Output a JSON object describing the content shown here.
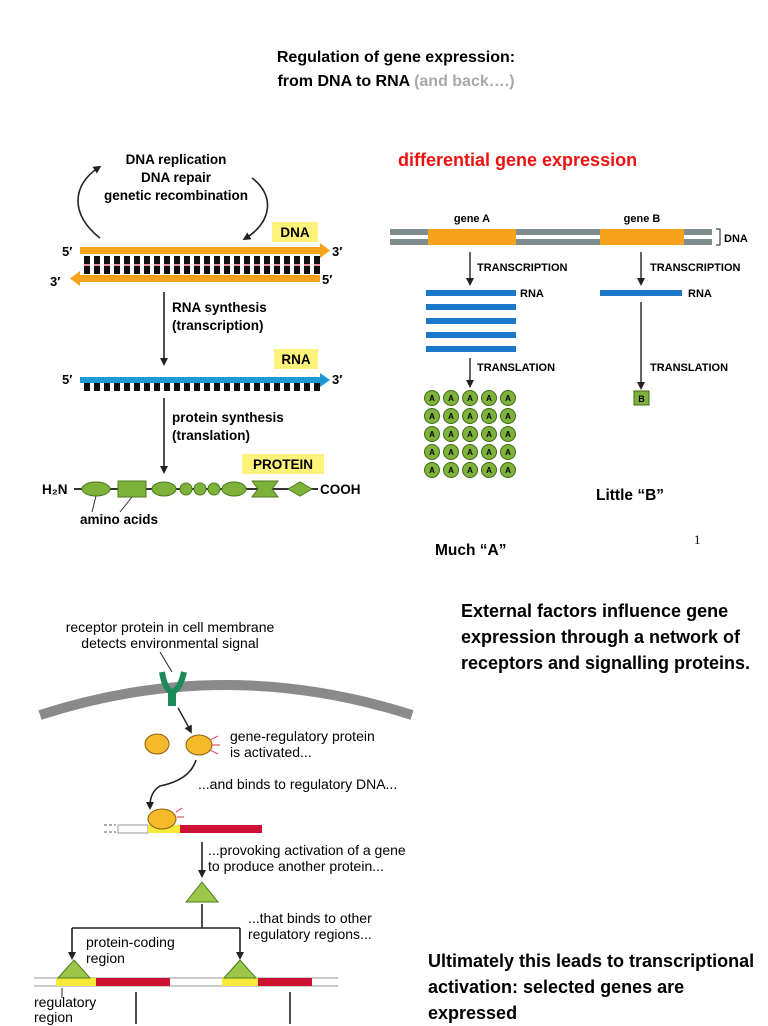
{
  "title": {
    "line1": "Regulation of gene expression:",
    "line2": "from DNA to RNA",
    "line2_grey": "(and back….)"
  },
  "dogma": {
    "processes": [
      "DNA replication",
      "DNA repair",
      "genetic recombination"
    ],
    "dna_label": "DNA",
    "rna_label": "RNA",
    "protein_label": "PROTEIN",
    "five_prime": "5′",
    "three_prime": "3′",
    "step1": [
      "RNA synthesis",
      "(transcription)"
    ],
    "step2": [
      "protein synthesis",
      "(translation)"
    ],
    "h2n": "H₂N",
    "cooh": "COOH",
    "amino_acids": "amino acids"
  },
  "differential": {
    "heading": "differential gene expression",
    "gene_a": "gene A",
    "gene_b": "gene B",
    "dna": "DNA",
    "transcription": "TRANSCRIPTION",
    "rna": "RNA",
    "translation": "TRANSLATION",
    "protein_a": "A",
    "protein_b": "B",
    "little_b": "Little “B”",
    "much_a": "Much “A”"
  },
  "page_number": "1",
  "signal": {
    "receptor": [
      "receptor protein in cell membrane",
      "detects environmental signal"
    ],
    "activated": [
      "gene-regulatory protein",
      "is activated..."
    ],
    "binds": "...and binds to regulatory DNA...",
    "provoking": [
      "...provoking activation of a gene",
      "to produce another protein..."
    ],
    "binds_other": [
      "...that binds to other",
      "regulatory regions..."
    ],
    "protein_coding": [
      "protein-coding",
      "region"
    ],
    "regulatory": [
      "regulatory",
      "region"
    ]
  },
  "external_text": "External factors influence gene expression through a network of receptors and signalling proteins.",
  "ultimately_text": "Ultimately this leads to transcriptional activation: selected genes are expressed",
  "colors": {
    "dna_orange": "#f7a21b",
    "rna_blue": "#1c9ad6",
    "protein_green": "#7fb23a",
    "red": "#ee1111",
    "highlight_yellow": "#fdf37a",
    "reg_red": "#cc1133",
    "reg_yellow": "#f5ea3a"
  }
}
